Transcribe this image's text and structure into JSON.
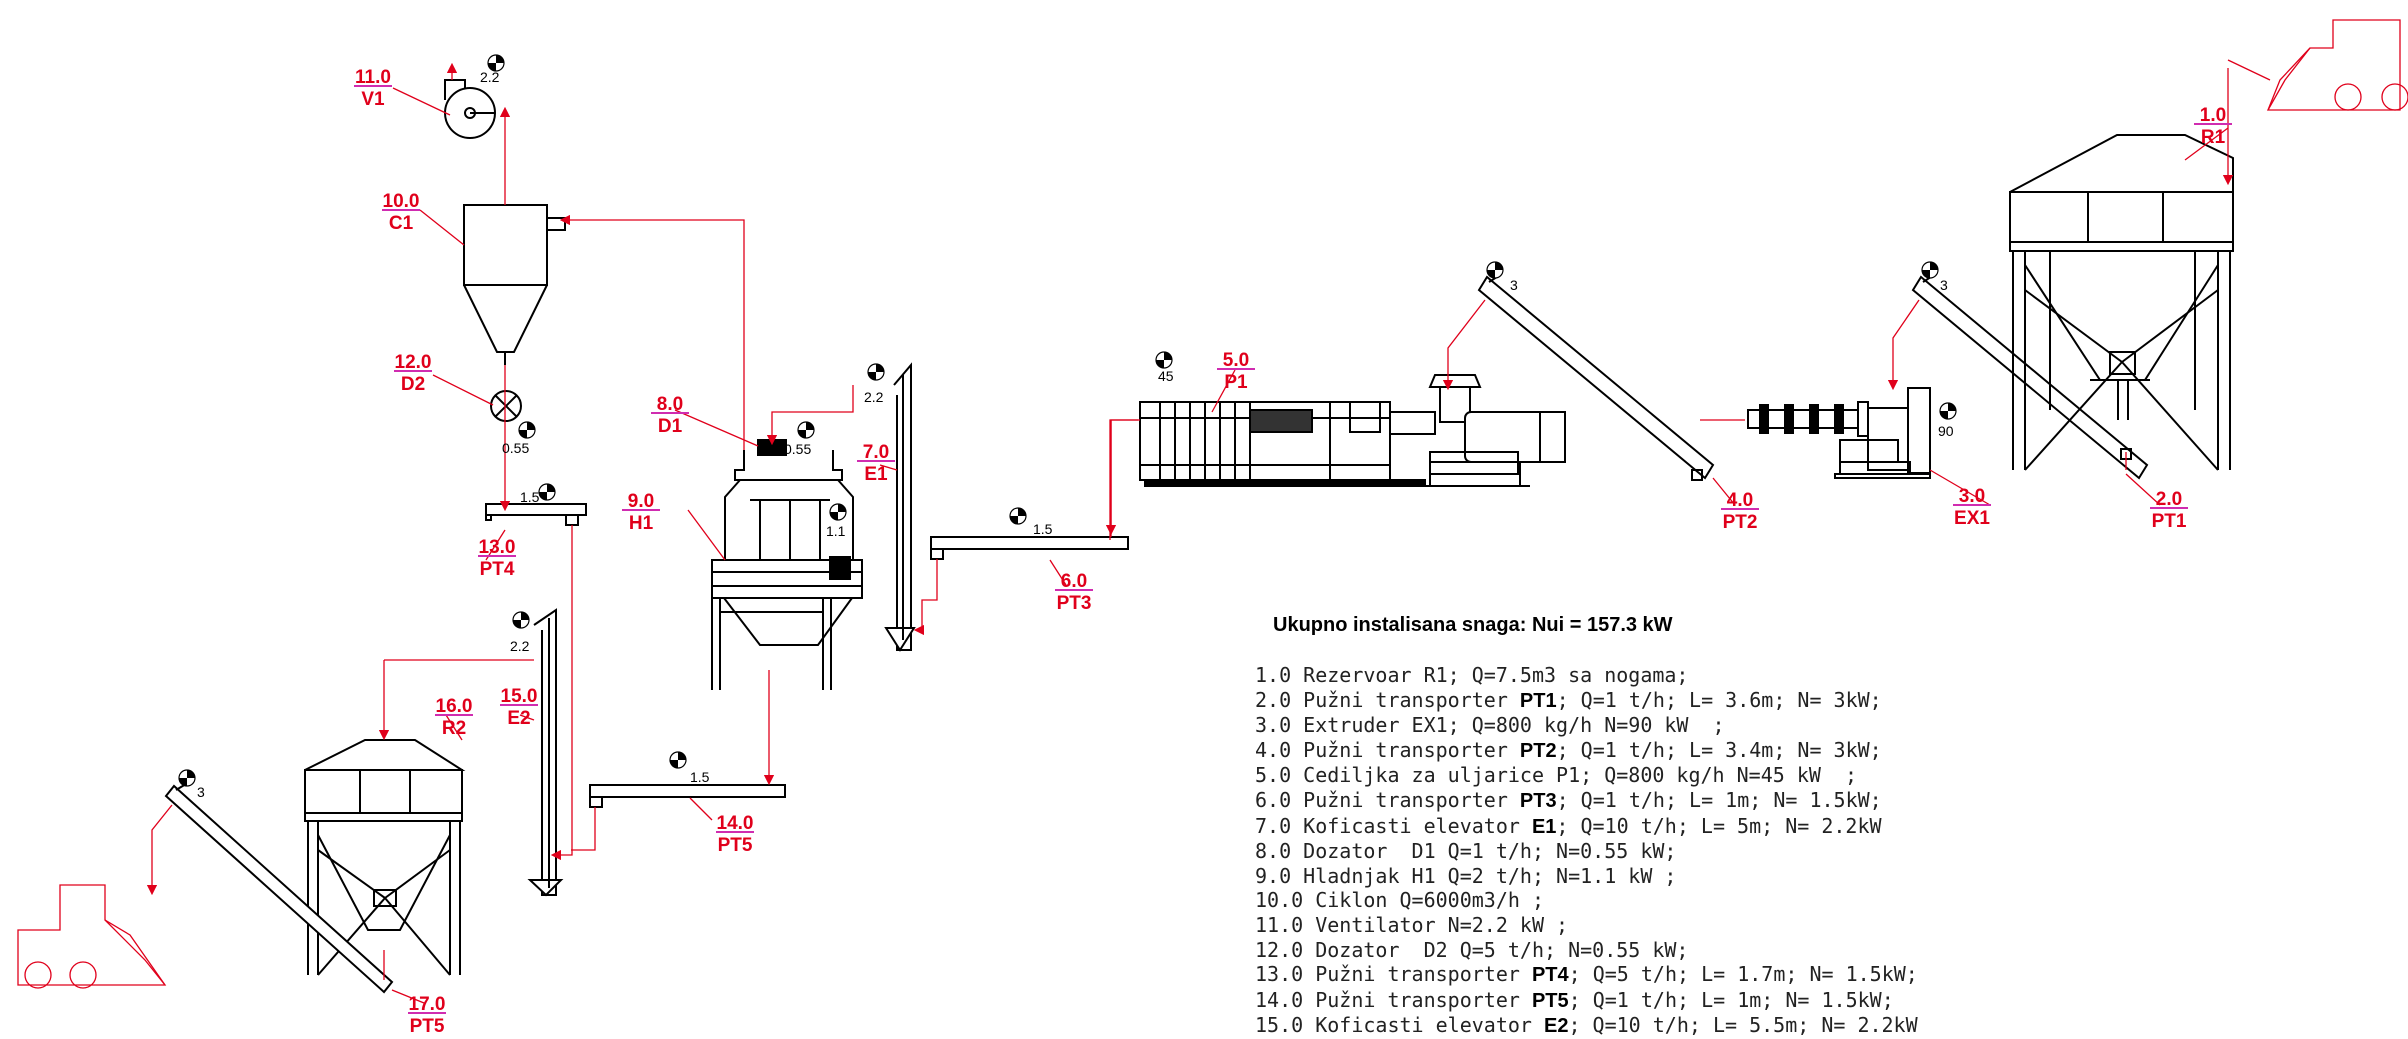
{
  "units": [
    {
      "id": "11.0",
      "code": "V1",
      "power": "2.2"
    },
    {
      "id": "10.0",
      "code": "C1",
      "power": ""
    },
    {
      "id": "12.0",
      "code": "D2",
      "power": "0.55"
    },
    {
      "id": "13.0",
      "code": "PT4",
      "power": "1.5"
    },
    {
      "id": "8.0",
      "code": "D1",
      "power": "0.55"
    },
    {
      "id": "9.0",
      "code": "H1",
      "power": "1.1"
    },
    {
      "id": "7.0",
      "code": "E1",
      "power": "2.2"
    },
    {
      "id": "6.0",
      "code": "PT3",
      "power": "1.5"
    },
    {
      "id": "5.0",
      "code": "P1",
      "power": "45"
    },
    {
      "id": "4.0",
      "code": "PT2",
      "power": "3"
    },
    {
      "id": "3.0",
      "code": "EX1",
      "power": "90"
    },
    {
      "id": "2.0",
      "code": "PT1",
      "power": "3"
    },
    {
      "id": "1.0",
      "code": "R1",
      "power": ""
    },
    {
      "id": "16.0",
      "code": "R2",
      "power": ""
    },
    {
      "id": "15.0",
      "code": "E2",
      "power": "2.2"
    },
    {
      "id": "14.0",
      "code": "PT5",
      "power": "1.5"
    },
    {
      "id": "17.0",
      "code": "PT5",
      "power": "3"
    }
  ],
  "summary": {
    "title": "Ukupno instalisana snaga: Nui = 157.3 kW"
  },
  "legend": [
    {
      "pre": "1.0 Rezervoar R1; Q=7.5m3 sa nogama;",
      "bold": "",
      "post": ""
    },
    {
      "pre": "2.0 Pužni transporter ",
      "bold": "PT1",
      "post": "; Q=1 t/h; L= 3.6m; N= 3kW;"
    },
    {
      "pre": "3.0 Extruder EX1; Q=800 kg/h N=90 kW  ;",
      "bold": "",
      "post": ""
    },
    {
      "pre": "4.0 Pužni transporter ",
      "bold": "PT2",
      "post": "; Q=1 t/h; L= 3.4m; N= 3kW;"
    },
    {
      "pre": "5.0 Cediljka za uljarice P1; Q=800 kg/h N=45 kW  ;",
      "bold": "",
      "post": ""
    },
    {
      "pre": "6.0 Pužni transporter ",
      "bold": "PT3",
      "post": "; Q=1 t/h; L= 1m; N= 1.5kW;"
    },
    {
      "pre": "7.0 Koficasti elevator ",
      "bold": "E1",
      "post": "; Q=10 t/h; L= 5m; N= 2.2kW"
    },
    {
      "pre": "8.0 Dozator  D1 Q=1 t/h; N=0.55 kW;",
      "bold": "",
      "post": ""
    },
    {
      "pre": "9.0 Hladnjak H1 Q=2 t/h; N=1.1 kW ;",
      "bold": "",
      "post": ""
    },
    {
      "pre": "10.0 Ciklon Q=6000m3/h ;",
      "bold": "",
      "post": ""
    },
    {
      "pre": "11.0 Ventilator N=2.2 kW ;",
      "bold": "",
      "post": ""
    },
    {
      "pre": "12.0 Dozator  D2 Q=5 t/h; N=0.55 kW;",
      "bold": "",
      "post": ""
    },
    {
      "pre": "13.0 Pužni transporter ",
      "bold": "PT4",
      "post": "; Q=5 t/h; L= 1.7m; N= 1.5kW;"
    },
    {
      "pre": "14.0 Pužni transporter ",
      "bold": "PT5",
      "post": "; Q=1 t/h; L= 1m; N= 1.5kW;"
    },
    {
      "pre": "15.0 Koficasti elevator ",
      "bold": "E2",
      "post": "; Q=10 t/h; L= 5.5m; N= 2.2kW"
    }
  ]
}
